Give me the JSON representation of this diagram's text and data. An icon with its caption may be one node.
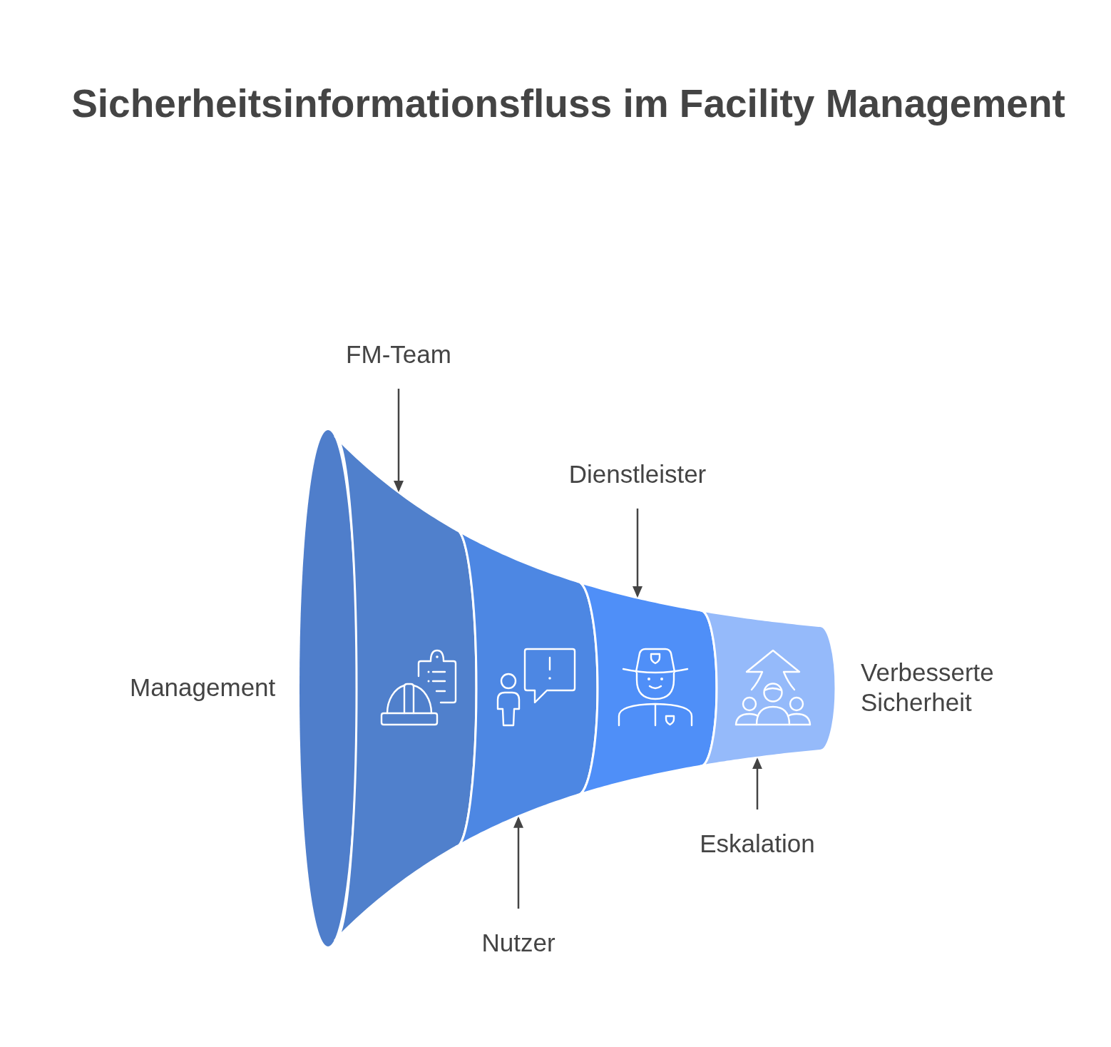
{
  "diagram": {
    "title": "Sicherheitsinformationsfluss im Facility Management",
    "nodes": [
      {
        "text": [
          "FM-Team"
        ]
      },
      {
        "text": [
          "Dienstleister"
        ]
      },
      {
        "text": [],
        "shape": "ellipse"
      },
      {
        "text": [],
        "shape": "band"
      },
      {
        "text": [],
        "shape": "band"
      },
      {
        "text": [],
        "shape": "band"
      },
      {
        "text": [],
        "shape": "band"
      },
      {
        "text": [
          "Eskalation"
        ]
      },
      {
        "text": [
          "Nutzer"
        ]
      }
    ],
    "edges": [
      {
        "from": 0,
        "to": 3,
        "arrow": "to"
      },
      {
        "from": 8,
        "to": 4,
        "arrow": "to"
      },
      {
        "from": 1,
        "to": 5,
        "arrow": "to"
      },
      {
        "from": 7,
        "to": 6,
        "arrow": "to"
      }
    ],
    "labels": [
      "Management",
      "Verbesserte Sicherheit"
    ]
  }
}
